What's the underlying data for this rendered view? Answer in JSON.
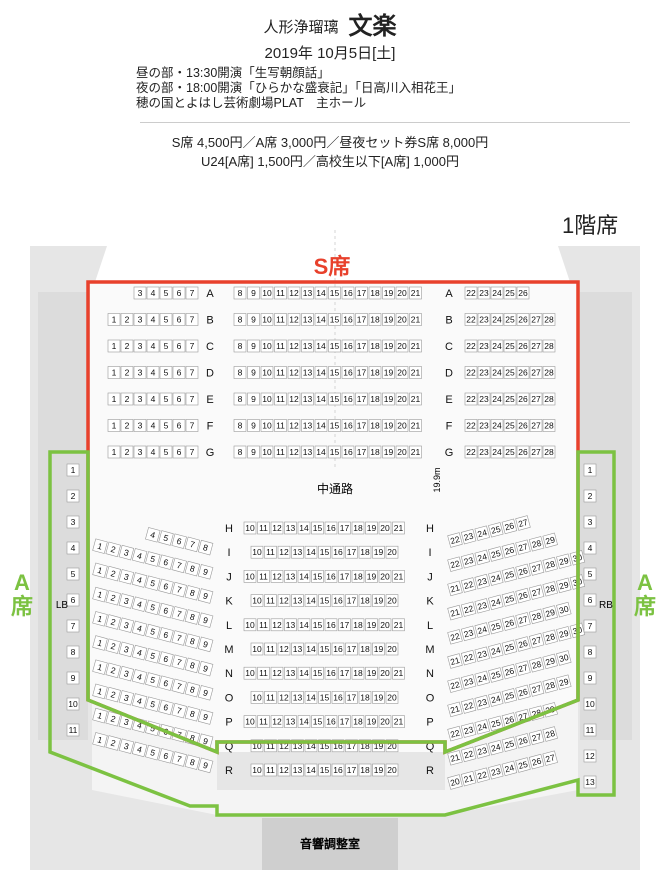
{
  "header": {
    "genre": "人形浄瑠璃",
    "title": "文楽",
    "date": "2019年 10月5日[土]",
    "performances": [
      "昼の部・13:30開演「生写朝顔話」",
      "夜の部・18:00開演「ひらかな盛衰記」「日高川入相花王」",
      "穂の国とよはし芸術劇場PLAT　主ホール"
    ],
    "prices": [
      "S席 4,500円／A席 3,000円／昼夜セット券S席 8,000円",
      "U24[A席] 1,500円／高校生以下[A席] 1,000円"
    ]
  },
  "floor_label": "1階席",
  "zones": {
    "s_label": "S席",
    "a_label_left": "A席",
    "a_label_right": "A席",
    "s_color": "#e8412c",
    "a_color": "#7cc242"
  },
  "misc": {
    "aisle_label": "中通路",
    "aisle_width": "19.9m",
    "control_room": "音響調整室",
    "lb": "LB",
    "rb": "RB"
  },
  "front_rows": [
    {
      "row": "A",
      "left": [
        "3",
        "4",
        "5",
        "6",
        "7"
      ],
      "center": [
        "8",
        "9",
        "10",
        "11",
        "12",
        "13",
        "14",
        "15",
        "16",
        "17",
        "18",
        "19",
        "20",
        "21"
      ],
      "right": [
        "22",
        "23",
        "24",
        "25",
        "26"
      ]
    },
    {
      "row": "B",
      "left": [
        "1",
        "2",
        "3",
        "4",
        "5",
        "6",
        "7"
      ],
      "center": [
        "8",
        "9",
        "10",
        "11",
        "12",
        "13",
        "14",
        "15",
        "16",
        "17",
        "18",
        "19",
        "20",
        "21"
      ],
      "right": [
        "22",
        "23",
        "24",
        "25",
        "26",
        "27",
        "28"
      ]
    },
    {
      "row": "C",
      "left": [
        "1",
        "2",
        "3",
        "4",
        "5",
        "6",
        "7"
      ],
      "center": [
        "8",
        "9",
        "10",
        "11",
        "12",
        "13",
        "14",
        "15",
        "16",
        "17",
        "18",
        "19",
        "20",
        "21"
      ],
      "right": [
        "22",
        "23",
        "24",
        "25",
        "26",
        "27",
        "28"
      ]
    },
    {
      "row": "D",
      "left": [
        "1",
        "2",
        "3",
        "4",
        "5",
        "6",
        "7"
      ],
      "center": [
        "8",
        "9",
        "10",
        "11",
        "12",
        "13",
        "14",
        "15",
        "16",
        "17",
        "18",
        "19",
        "20",
        "21"
      ],
      "right": [
        "22",
        "23",
        "24",
        "25",
        "26",
        "27",
        "28"
      ]
    },
    {
      "row": "E",
      "left": [
        "1",
        "2",
        "3",
        "4",
        "5",
        "6",
        "7"
      ],
      "center": [
        "8",
        "9",
        "10",
        "11",
        "12",
        "13",
        "14",
        "15",
        "16",
        "17",
        "18",
        "19",
        "20",
        "21"
      ],
      "right": [
        "22",
        "23",
        "24",
        "25",
        "26",
        "27",
        "28"
      ]
    },
    {
      "row": "F",
      "left": [
        "1",
        "2",
        "3",
        "4",
        "5",
        "6",
        "7"
      ],
      "center": [
        "8",
        "9",
        "10",
        "11",
        "12",
        "13",
        "14",
        "15",
        "16",
        "17",
        "18",
        "19",
        "20",
        "21"
      ],
      "right": [
        "22",
        "23",
        "24",
        "25",
        "26",
        "27",
        "28"
      ]
    },
    {
      "row": "G",
      "left": [
        "1",
        "2",
        "3",
        "4",
        "5",
        "6",
        "7"
      ],
      "center": [
        "8",
        "9",
        "10",
        "11",
        "12",
        "13",
        "14",
        "15",
        "16",
        "17",
        "18",
        "19",
        "20",
        "21"
      ],
      "right": [
        "22",
        "23",
        "24",
        "25",
        "26",
        "27",
        "28"
      ]
    }
  ],
  "rear_rows": [
    {
      "row": "H",
      "center": [
        "10",
        "11",
        "12",
        "13",
        "14",
        "15",
        "16",
        "17",
        "18",
        "19",
        "20",
        "21"
      ],
      "left": [
        "4",
        "5",
        "6",
        "7",
        "8"
      ],
      "right": [
        "22",
        "23",
        "24",
        "25",
        "26",
        "27"
      ]
    },
    {
      "row": "I",
      "center": [
        "10",
        "11",
        "12",
        "13",
        "14",
        "15",
        "16",
        "17",
        "18",
        "19",
        "20"
      ],
      "left": [
        "1",
        "2",
        "3",
        "4",
        "5",
        "6",
        "7",
        "8",
        "9"
      ],
      "right": [
        "22",
        "23",
        "24",
        "25",
        "26",
        "27",
        "28",
        "29"
      ]
    },
    {
      "row": "J",
      "center": [
        "10",
        "11",
        "12",
        "13",
        "14",
        "15",
        "16",
        "17",
        "18",
        "19",
        "20",
        "21"
      ],
      "left": [
        "1",
        "2",
        "3",
        "4",
        "5",
        "6",
        "7",
        "8",
        "9"
      ],
      "right": [
        "21",
        "22",
        "23",
        "24",
        "25",
        "26",
        "27",
        "28",
        "29",
        "30"
      ]
    },
    {
      "row": "K",
      "center": [
        "10",
        "11",
        "12",
        "13",
        "14",
        "15",
        "16",
        "17",
        "18",
        "19",
        "20"
      ],
      "left": [
        "1",
        "2",
        "3",
        "4",
        "5",
        "6",
        "7",
        "8",
        "9"
      ],
      "right": [
        "21",
        "22",
        "23",
        "24",
        "25",
        "26",
        "27",
        "28",
        "29",
        "30"
      ]
    },
    {
      "row": "L",
      "center": [
        "10",
        "11",
        "12",
        "13",
        "14",
        "15",
        "16",
        "17",
        "18",
        "19",
        "20",
        "21"
      ],
      "left": [
        "1",
        "2",
        "3",
        "4",
        "5",
        "6",
        "7",
        "8",
        "9"
      ],
      "right": [
        "22",
        "23",
        "24",
        "25",
        "26",
        "27",
        "28",
        "29",
        "30"
      ]
    },
    {
      "row": "M",
      "center": [
        "10",
        "11",
        "12",
        "13",
        "14",
        "15",
        "16",
        "17",
        "18",
        "19",
        "20"
      ],
      "left": [
        "1",
        "2",
        "3",
        "4",
        "5",
        "6",
        "7",
        "8",
        "9"
      ],
      "right": [
        "21",
        "22",
        "23",
        "24",
        "25",
        "26",
        "27",
        "28",
        "29",
        "30"
      ]
    },
    {
      "row": "N",
      "center": [
        "10",
        "11",
        "12",
        "13",
        "14",
        "15",
        "16",
        "17",
        "18",
        "19",
        "20",
        "21"
      ],
      "left": [
        "1",
        "2",
        "3",
        "4",
        "5",
        "6",
        "7",
        "8",
        "9"
      ],
      "right": [
        "22",
        "23",
        "24",
        "25",
        "26",
        "27",
        "28",
        "29",
        "30"
      ]
    },
    {
      "row": "O",
      "center": [
        "10",
        "11",
        "12",
        "13",
        "14",
        "15",
        "16",
        "17",
        "18",
        "19",
        "20"
      ],
      "left": [
        "1",
        "2",
        "3",
        "4",
        "5",
        "6",
        "7",
        "8",
        "9"
      ],
      "right": [
        "21",
        "22",
        "23",
        "24",
        "25",
        "26",
        "27",
        "28",
        "29"
      ]
    },
    {
      "row": "P",
      "center": [
        "10",
        "11",
        "12",
        "13",
        "14",
        "15",
        "16",
        "17",
        "18",
        "19",
        "20",
        "21"
      ],
      "left": [
        "1",
        "2",
        "3",
        "4",
        "5",
        "6",
        "7",
        "8",
        "9"
      ],
      "right": [
        "22",
        "23",
        "24",
        "25",
        "26",
        "27",
        "28",
        "29"
      ]
    },
    {
      "row": "Q",
      "center": [
        "10",
        "11",
        "12",
        "13",
        "14",
        "15",
        "16",
        "17",
        "18",
        "19",
        "20"
      ],
      "left": [
        "1",
        "2",
        "3",
        "4",
        "5",
        "6",
        "7",
        "8",
        "9"
      ],
      "right": [
        "21",
        "22",
        "23",
        "24",
        "25",
        "26",
        "27",
        "28"
      ]
    },
    {
      "row": "R",
      "center": [
        "10",
        "11",
        "12",
        "13",
        "14",
        "15",
        "16",
        "17",
        "18",
        "19",
        "20"
      ],
      "left": [],
      "right": [
        "20",
        "21",
        "22",
        "23",
        "24",
        "25",
        "26",
        "27"
      ]
    }
  ],
  "side_boxes_left": [
    "1",
    "2",
    "3",
    "4",
    "5",
    "6",
    "7",
    "8",
    "9",
    "10",
    "11"
  ],
  "side_boxes_right": [
    "1",
    "2",
    "3",
    "4",
    "5",
    "6",
    "7",
    "8",
    "9",
    "10",
    "11",
    "12",
    "13"
  ]
}
